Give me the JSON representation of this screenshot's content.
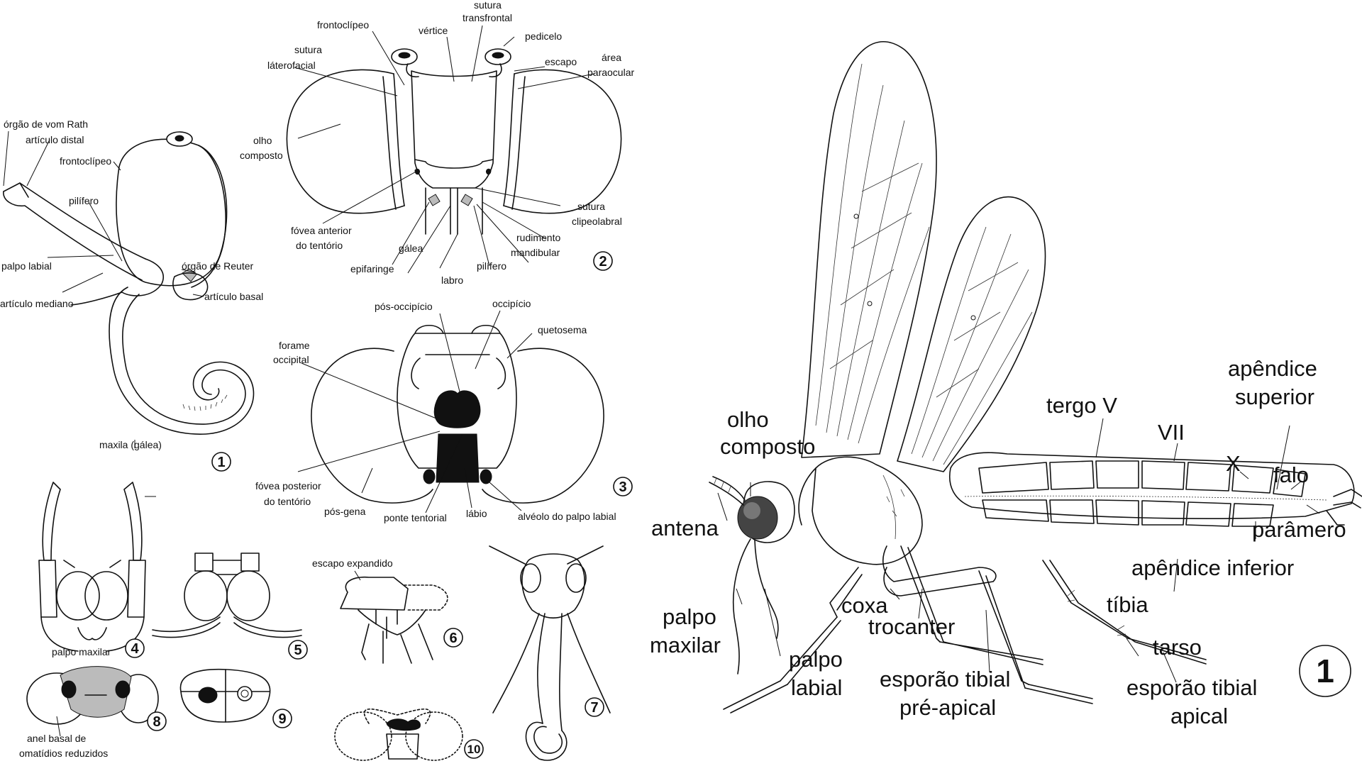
{
  "labels": {
    "vom_rath": "órgão de vom Rath",
    "articulo_distal": "artículo distal",
    "frontoclipeo_1": "frontoclípeo",
    "pilifero_1": "pilífero",
    "palpo_labial_1": "palpo labial",
    "orgao_reuter": "órgão de Reuter",
    "articulo_mediano": "artículo mediano",
    "articulo_basal": "artículo basal",
    "maxila_galea": "maxila (gálea)",
    "frontoclipeo_2": "frontoclípeo",
    "vertice": "vértice",
    "sutura_transfrontal_a": "sutura",
    "sutura_transfrontal_b": "transfrontal",
    "pedicelo": "pedicelo",
    "sutura_laterofacial_a": "sutura",
    "sutura_laterofacial_b": "láterofacial",
    "escapo": "escapo",
    "area_paraocular_a": "área",
    "area_paraocular_b": "paraocular",
    "olho_composto_a": "olho",
    "olho_composto_b": "composto",
    "fovea_anterior_a": "fóvea anterior",
    "fovea_anterior_b": "do tentório",
    "sutura_clipeolabral_a": "sutura",
    "sutura_clipeolabral_b": "clipeolabral",
    "rudimento_mandibular_a": "rudimento",
    "rudimento_mandibular_b": "mandibular",
    "galea": "gálea",
    "epifaringe": "epifaringe",
    "pilifero_2": "pilífero",
    "labro": "labro",
    "pos_occipicio": "pós-occipício",
    "occipicio": "occipício",
    "quetosema": "quetosema",
    "forame_occipital_a": "forame",
    "forame_occipital_b": "occipital",
    "fovea_posterior_a": "fóvea posterior",
    "fovea_posterior_b": "do tentório",
    "pos_gena": "pós-gena",
    "ponte_tentorial": "ponte tentorial",
    "labio": "lábio",
    "alveolo_palpo_labial": "alvéolo do palpo labial",
    "palpo_maxilar_small": "palpo maxilar",
    "escapo_expandido": "escapo expandido",
    "anel_basal_a": "anel basal de",
    "anel_basal_b": "omatídios reduzidos"
  },
  "big_labels": {
    "olho_composto_a": "olho",
    "olho_composto_b": "composto",
    "antena": "antena",
    "palpo_maxilar_a": "palpo",
    "palpo_maxilar_b": "maxilar",
    "palpo_labial_a": "palpo",
    "palpo_labial_b": "labial",
    "tergo_v": "tergo V",
    "vii": "VII",
    "x": "X",
    "apendice_superior_a": "apêndice",
    "apendice_superior_b": "superior",
    "falo": "falo",
    "paramero": "parâmero",
    "apendice_inferior": "apêndice inferior",
    "coxa": "coxa",
    "trocanter": "trocanter",
    "tibia": "tíbia",
    "tarso": "tarso",
    "esporao_preapical_a": "esporão tibial",
    "esporao_preapical_b": "pré-apical",
    "esporao_apical_a": "esporão tibial",
    "esporao_apical_b": "apical"
  },
  "panel_numbers": {
    "p1": "1",
    "p2": "2",
    "p3": "3",
    "p4": "4",
    "p5": "5",
    "p6": "6",
    "p7": "7",
    "p8": "8",
    "p9": "9",
    "p10": "10",
    "big": "1"
  }
}
